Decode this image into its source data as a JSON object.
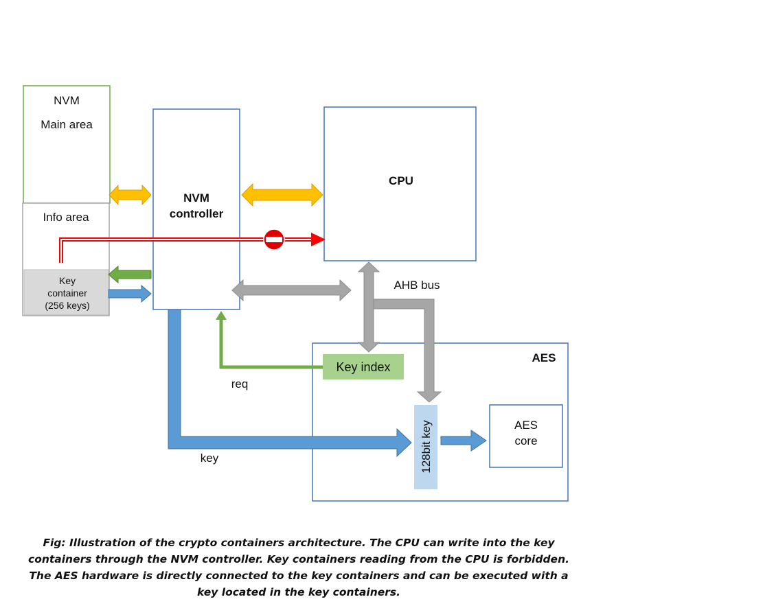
{
  "labels": {
    "nvm_title": "NVM",
    "nvm_main": "Main area",
    "info_area": "Info area",
    "key_container_l1": "Key",
    "key_container_l2": "container",
    "key_container_l3": "(256 keys)",
    "nvm_controller_l1": "NVM",
    "nvm_controller_l2": "controller",
    "cpu": "CPU",
    "ahb_bus": "AHB bus",
    "aes": "AES",
    "key_index": "Key index",
    "req": "req",
    "key": "key",
    "key_128": "128bit key",
    "aes_core_l1": "AES",
    "aes_core_l2": "core"
  },
  "caption": "Fig: Illustration of the crypto containers architecture. The CPU can write into the key containers through the NVM controller. Key containers reading from the CPU is forbidden. The AES hardware is directly connected to the key containers and can be executed with a key located in the key containers.",
  "colors": {
    "nvm_border": "#70ad47",
    "block_border": "#4472c4",
    "info_border": "#a6a6a6",
    "key_container_fill": "#d9d9d9",
    "yellow_arrow": "#ffc000",
    "green_arrow": "#70ad47",
    "blue_arrow": "#5b9bd5",
    "gray_arrow": "#a6a6a6",
    "red_line": "#ff0000",
    "key_index_fill": "#a9d18e",
    "key128_fill": "#bdd7ee"
  },
  "icons": {
    "forbidden": "no-entry-icon"
  }
}
